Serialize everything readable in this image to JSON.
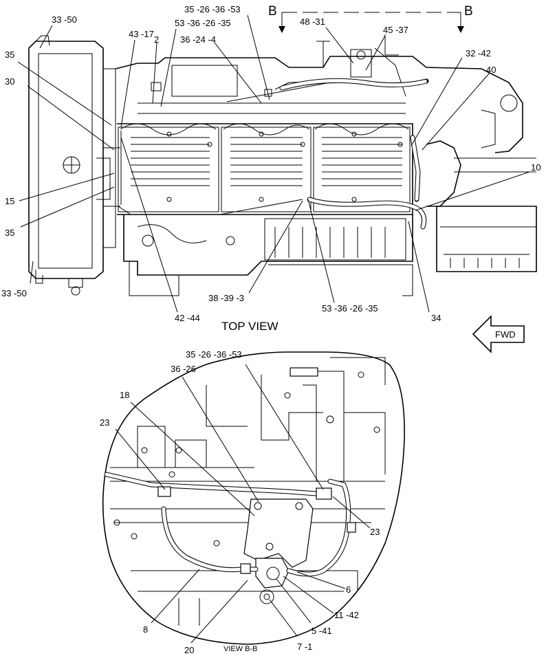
{
  "top_view": {
    "title": "TOP VIEW",
    "section_marker": "B",
    "callouts": {
      "c_33_50_top": "33 -50",
      "c_43_17": "43 -17",
      "c_2": "2",
      "c_35_26_36_53": "35 -26 -36 -53",
      "c_53_36_26_35_a": "53 -36 -26 -35",
      "c_36_24_4": "36 -24 -4",
      "c_48_31": "48 -31",
      "c_45_37": "45 -37",
      "c_32_42": "32 -42",
      "c_40": "40",
      "c_35_a": "35",
      "c_30": "30",
      "c_15": "15",
      "c_35_b": "35",
      "c_10": "10",
      "c_33_50_bot": "33 -50",
      "c_38_39_3": "38 -39 -3",
      "c_53_36_26_35_b": "53 -36 -26 -35",
      "c_42_44": "42 -44",
      "c_34": "34"
    }
  },
  "fwd_arrow": {
    "label": "FWD"
  },
  "view_bb": {
    "title": "VIEW B-B",
    "callouts": {
      "c_35_26_36_53": "35 -26 -36 -53",
      "c_36_26": "36 -26",
      "c_18": "18",
      "c_23_a": "23",
      "c_23_b": "23",
      "c_6": "6",
      "c_11_42": "11 -42",
      "c_5_41": "5 -41",
      "c_7_1": "7 -1",
      "c_8": "8",
      "c_20": "20"
    }
  }
}
